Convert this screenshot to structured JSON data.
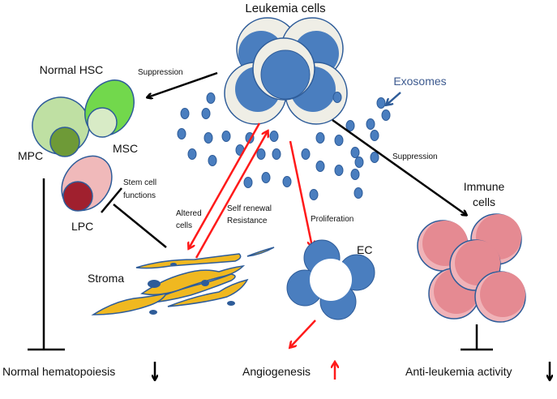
{
  "title": "Leukemia cells",
  "labels": {
    "normal_hsc": "Normal HSC",
    "mpc": "MPC",
    "msc": "MSC",
    "lpc": "LPC",
    "stem_cell_functions_1": "Stem cell",
    "stem_cell_functions_2": "functions",
    "stroma": "Stroma",
    "altered_cells_1": "Altered",
    "altered_cells_2": "cells",
    "self_renewal": "Self renewal",
    "resistance": "Resistance",
    "proliferation": "Proliferation",
    "ec": "EC",
    "exosomes": "Exosomes",
    "suppression_left": "Suppression",
    "suppression_right": "Suppression",
    "immune_1": "Immune",
    "immune_2": "cells"
  },
  "outcomes": {
    "hematopoiesis": "Normal hematopoiesis",
    "angiogenesis": "Angiogenesis",
    "anti_leukemia": "Anti-leukemia activity"
  },
  "colors": {
    "leukemia_blue": "#4a7ebf",
    "leukemia_rim": "#efeee6",
    "outline": "#2e5c99",
    "hsc_light": "#bfe0a3",
    "msc_green": "#72d84c",
    "mpc_nucleus": "#6e9a37",
    "lpc_pink": "#f0b9ba",
    "lpc_nucleus": "#a0202e",
    "stroma_yellow": "#f0b820",
    "immune_pink": "#e58a92",
    "red_arrow": "#ff1a1a",
    "exosome_label": "#3d5a8f"
  }
}
